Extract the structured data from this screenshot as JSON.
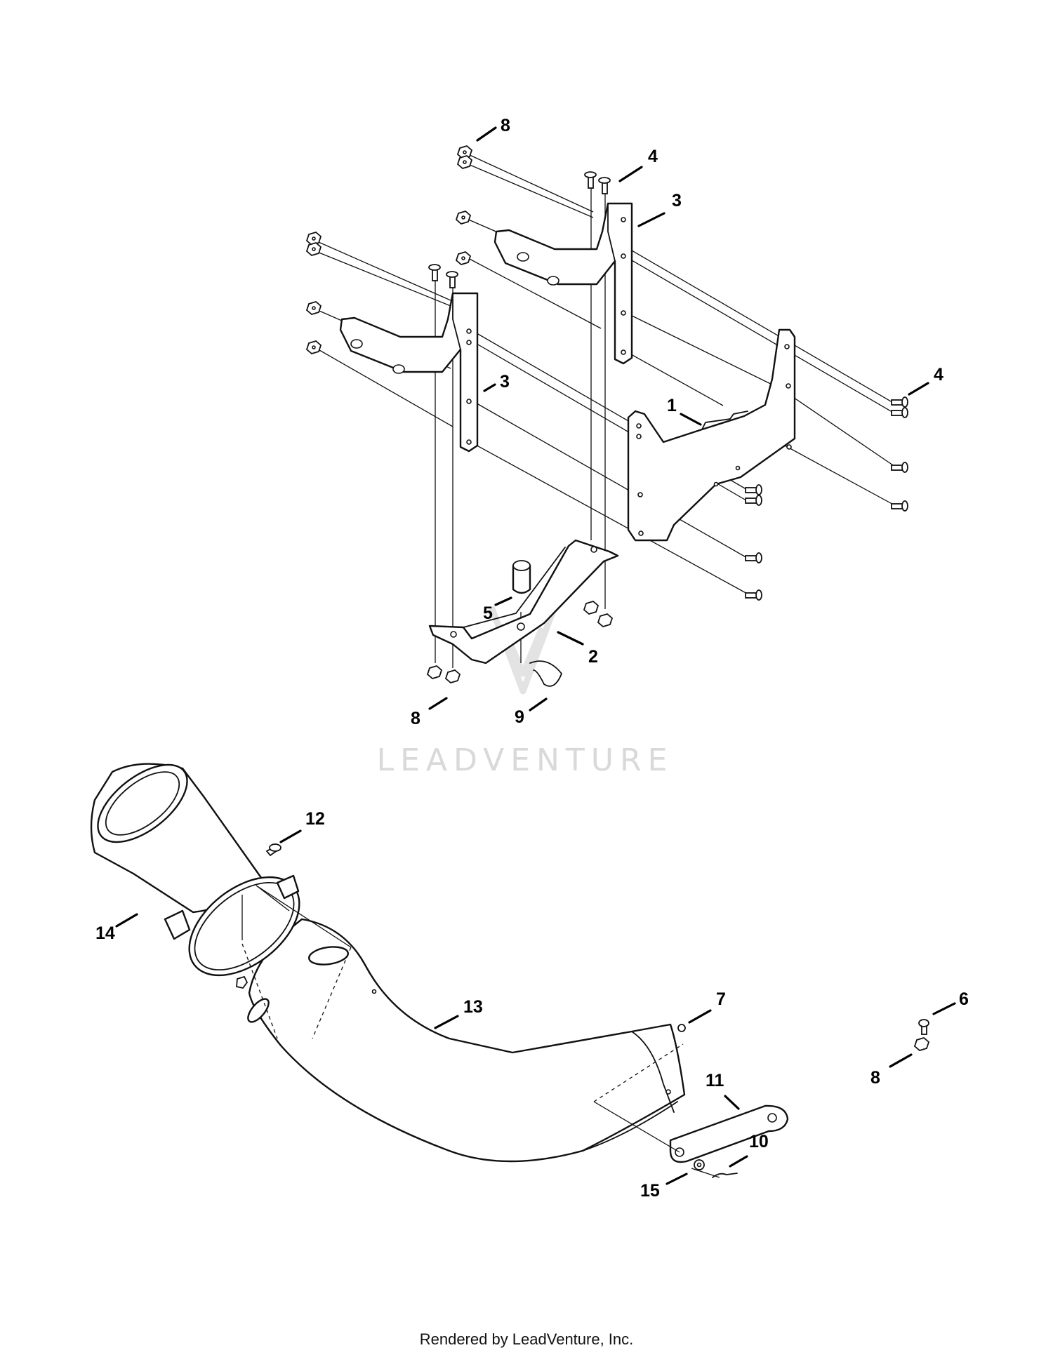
{
  "diagram": {
    "callouts": {
      "c1": "1",
      "c2": "2",
      "c3a": "3",
      "c3b": "3",
      "c4a": "4",
      "c4b": "4",
      "c5": "5",
      "c6": "6",
      "c7": "7",
      "c8a": "8",
      "c8b": "8",
      "c8c": "8",
      "c9": "9",
      "c10": "10",
      "c11": "11",
      "c12": "12",
      "c13": "13",
      "c14": "14",
      "c15": "15"
    },
    "watermark": "LEADVENTURE",
    "line_color": "#111111",
    "background": "#ffffff"
  },
  "footer": {
    "credit": "Rendered by LeadVenture, Inc."
  }
}
